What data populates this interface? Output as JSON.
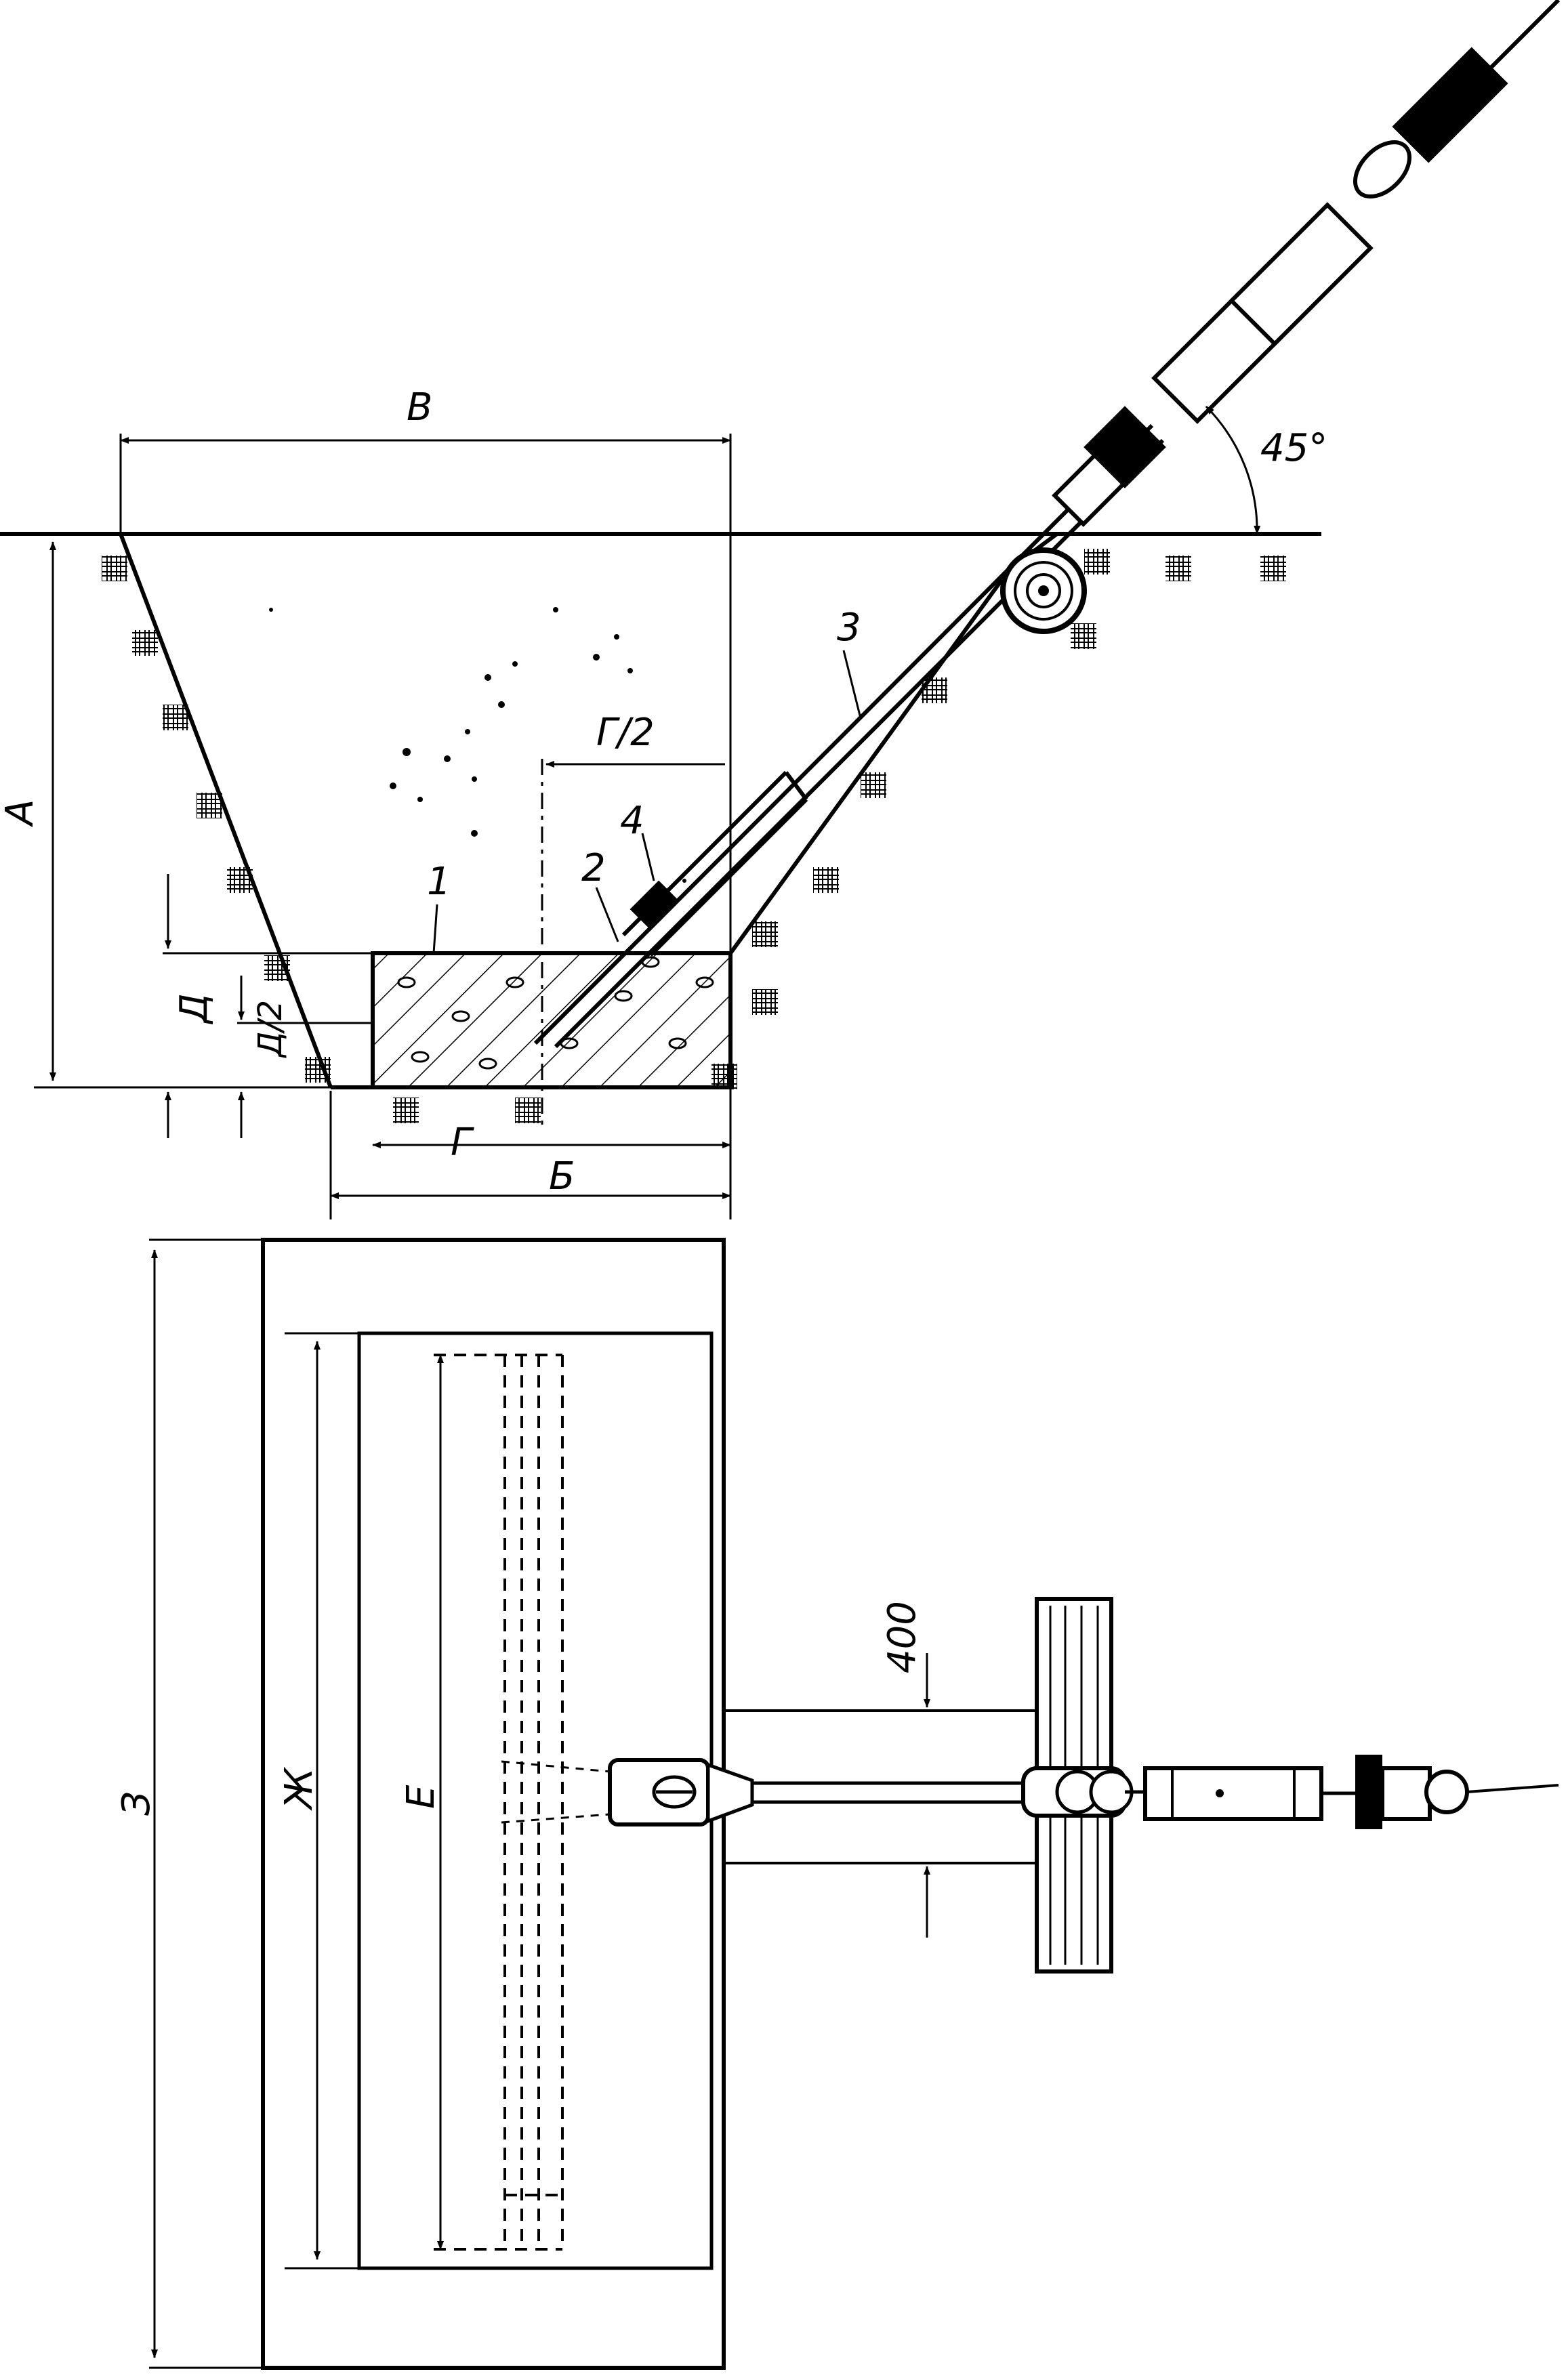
{
  "labels": {
    "dim_A": "А",
    "dim_B": "Б",
    "dim_V": "В",
    "dim_G": "Г",
    "dim_G2": "Г/2",
    "dim_D": "Д",
    "dim_D2": "Д/2",
    "dim_E": "Е",
    "dim_Zh": "Ж",
    "dim_Z": "З",
    "dim_400": "400",
    "angle": "45°",
    "callout_1": "1",
    "callout_2": "2",
    "callout_3": "3",
    "callout_4": "4"
  },
  "colors": {
    "ink": "#000000",
    "paper": "#ffffff"
  }
}
